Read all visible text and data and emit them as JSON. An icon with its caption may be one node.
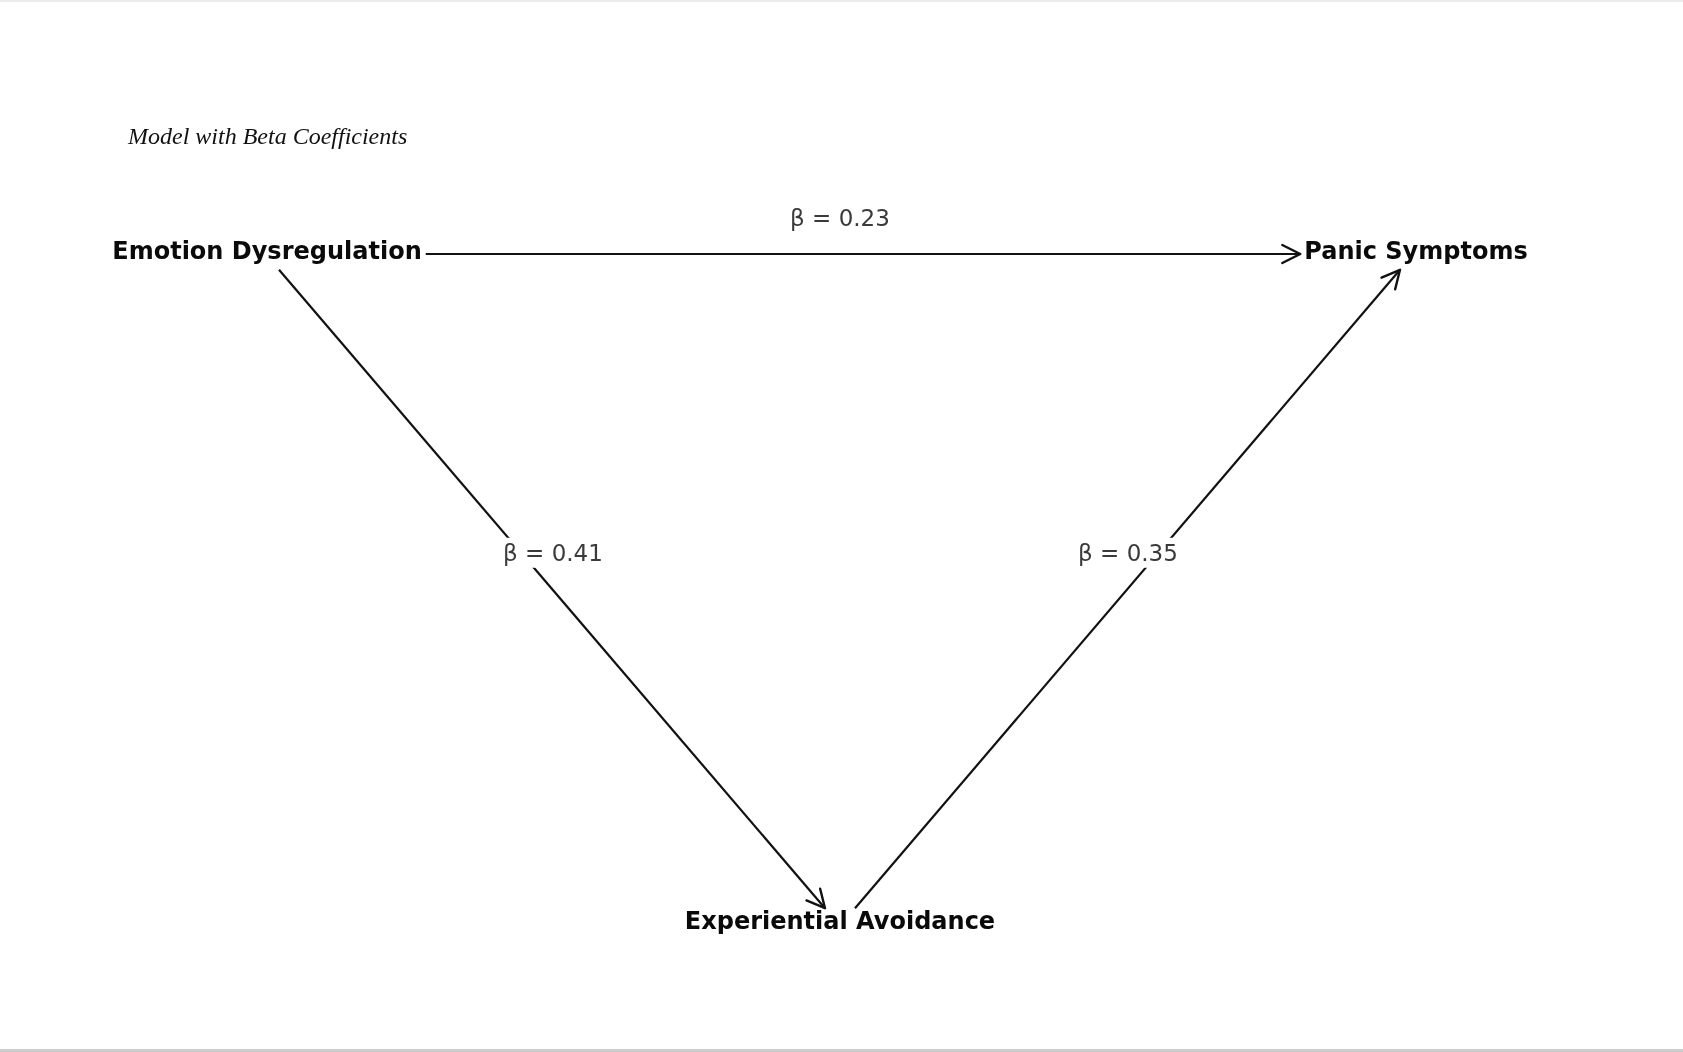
{
  "diagram": {
    "title": "Model with Beta Coefficients",
    "nodes": [
      {
        "text": [
          "Emotion Dysregulation"
        ]
      },
      {
        "text": [
          "Panic Symptoms"
        ]
      },
      {
        "text": [
          "Experiential Avoidance"
        ]
      }
    ],
    "edges": [
      {
        "from": 0,
        "to": 1,
        "arrow": "to",
        "label": "β = 0.23"
      },
      {
        "from": 0,
        "to": 2,
        "arrow": "to",
        "label": "β = 0.41"
      },
      {
        "from": 2,
        "to": 1,
        "arrow": "to",
        "label": "β = 0.35"
      }
    ]
  }
}
